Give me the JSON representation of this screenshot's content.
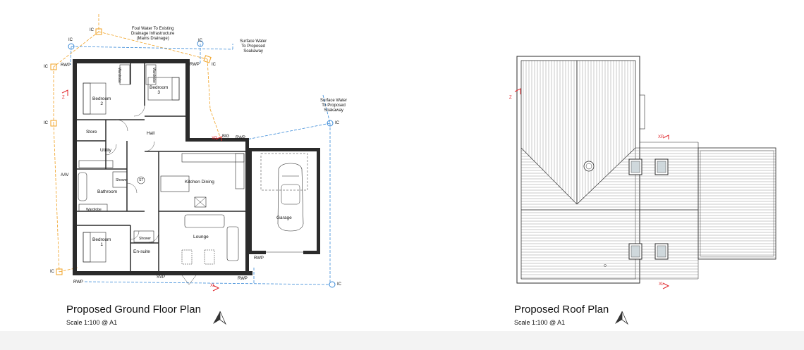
{
  "ground": {
    "title": "Proposed Ground Floor Plan",
    "scale": "Scale 1:100 @ A1",
    "rooms": {
      "bedroom2": "Bedroom\n2",
      "bedroom3": "Bedroom\n3",
      "bedroom1": "Bedroom\n1",
      "store": "Store",
      "hall": "Hall",
      "utility": "Utility",
      "bathroom": "Bathroom",
      "kitchen": "Kitchen Dining",
      "lounge": "Lounge",
      "ensuite": "En-suite",
      "garage": "Garage"
    },
    "small": {
      "wardrobe1": "Wardrobe",
      "wardrobe2": "Wardrobe",
      "wardrobe3": "Wardrobe",
      "shower1": "Shower",
      "shower2": "Shower",
      "st": "ST"
    },
    "notes": {
      "foul": "Foul Water To Existing\nDrainage Infrastructure\n(Mains Drainage)",
      "surface1": "Surface Water\nTo Proposed\nSoakaway",
      "surface2": "Surface Water\nTo Proposed\nSoakaway"
    },
    "tags": {
      "ic_top": "IC",
      "ic_left1": "IC",
      "ic_left2": "IC",
      "ic_right": "IC",
      "ic_mid": "IC",
      "ic_bl": "IC",
      "ic_br": "IC",
      "ic_top_blue": "IC",
      "ic_top_blue2": "IC",
      "rwp_tl": "RWP",
      "rwp_tr": "RWP",
      "rwp_mid": "RWP",
      "rwp_bl": "RWP",
      "rwp_bm": "RWP",
      "rwp_br": "RWP",
      "big": "BIG",
      "aav": "AAV",
      "svp": "SVP"
    },
    "markers": {
      "z": "Z",
      "xp": "XP",
      "xl": "XL"
    }
  },
  "roof": {
    "title": "Proposed Roof Plan",
    "scale": "Scale 1:100 @ A1",
    "markers": {
      "z": "Z",
      "xp": "XP",
      "xl": "XL"
    }
  },
  "colors": {
    "line": "#2b2b2b",
    "foul": "#f0a020",
    "surface": "#3a8ad8",
    "marker": "#e0252a",
    "strip": "#f3f3f3"
  },
  "icons": {
    "north": "north-arrow-icon"
  }
}
